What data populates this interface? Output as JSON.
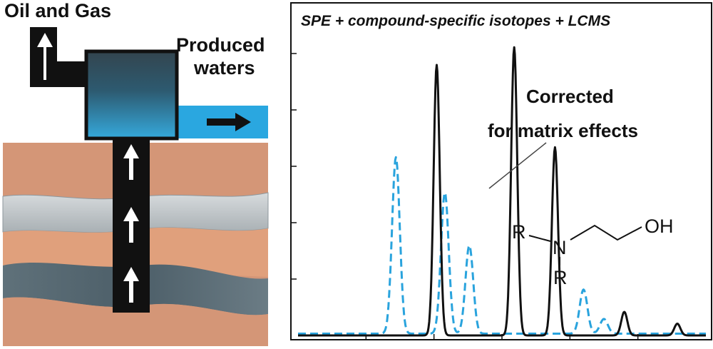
{
  "left_panel": {
    "label_oil_gas": "Oil and Gas",
    "label_produced_line1": "Produced",
    "label_produced_line2": "waters"
  },
  "right_panel": {
    "title": "SPE + compound-specific isotopes + LCMS",
    "annotation_line1": "Corrected",
    "annotation_line2": "for matrix effects",
    "structure": {
      "r_left": "R",
      "n": "N",
      "r_bottom": "R",
      "oh": "OH"
    }
  },
  "colors": {
    "dashed_trace": "#29a3dd",
    "solid_trace": "#111111",
    "water_pipe": "#2aa7e0",
    "tank_top": "#33454f",
    "tank_bottom": "#35a9dc"
  },
  "chart_data": {
    "type": "line",
    "title": "SPE + compound-specific isotopes + LCMS",
    "xlabel": "",
    "ylabel": "",
    "grid": false,
    "series": [
      {
        "style": "solid",
        "peaks": [
          {
            "position": 0.34,
            "height": 0.92
          },
          {
            "position": 0.53,
            "height": 0.98
          },
          {
            "position": 0.63,
            "height": 0.64
          },
          {
            "position": 0.8,
            "height": 0.08
          },
          {
            "position": 0.93,
            "height": 0.04
          }
        ]
      },
      {
        "style": "dashed",
        "peaks": [
          {
            "position": 0.24,
            "height": 0.6
          },
          {
            "position": 0.36,
            "height": 0.48
          },
          {
            "position": 0.42,
            "height": 0.3
          },
          {
            "position": 0.7,
            "height": 0.15
          },
          {
            "position": 0.75,
            "height": 0.05
          }
        ]
      }
    ]
  }
}
